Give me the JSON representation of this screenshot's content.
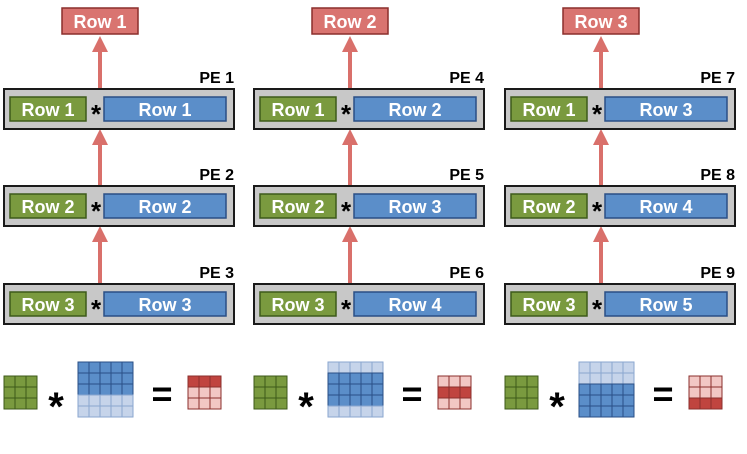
{
  "columns": [
    {
      "output_label": "Row 1",
      "pes": [
        {
          "name": "PE 1",
          "a": "Row 1",
          "b": "Row 1"
        },
        {
          "name": "PE 2",
          "a": "Row 2",
          "b": "Row 2"
        },
        {
          "name": "PE 3",
          "a": "Row 3",
          "b": "Row 3"
        }
      ],
      "equation": {
        "weight_highlight_start": 0,
        "output_highlight_row": 0
      }
    },
    {
      "output_label": "Row 2",
      "pes": [
        {
          "name": "PE 4",
          "a": "Row 1",
          "b": "Row 2"
        },
        {
          "name": "PE 5",
          "a": "Row 2",
          "b": "Row 3"
        },
        {
          "name": "PE 6",
          "a": "Row 3",
          "b": "Row 4"
        }
      ],
      "equation": {
        "weight_highlight_start": 1,
        "output_highlight_row": 1
      }
    },
    {
      "output_label": "Row 3",
      "pes": [
        {
          "name": "PE 7",
          "a": "Row 1",
          "b": "Row 3"
        },
        {
          "name": "PE 8",
          "a": "Row 2",
          "b": "Row 4"
        },
        {
          "name": "PE 9",
          "a": "Row 3",
          "b": "Row 5"
        }
      ],
      "equation": {
        "weight_highlight_start": 2,
        "output_highlight_row": 2
      }
    }
  ],
  "symbols": {
    "multiply": "*",
    "equals": "="
  },
  "colors": {
    "output_fill": "#d97470",
    "output_stroke": "#8b2f2c",
    "arrow": "#d9706b",
    "pe_fill": "#c8c8c8",
    "pe_stroke": "#1a1a1a",
    "green": "#7a9a3f",
    "green_dark": "#3d5a1a",
    "blue": "#5b8ec9",
    "blue_light": "#c6d4ea",
    "blue_dark": "#2a4f86",
    "red_light": "#f2c7c4",
    "red_dark": "#c0443f",
    "text_dark": "#000000",
    "text_light": "#ffffff"
  }
}
